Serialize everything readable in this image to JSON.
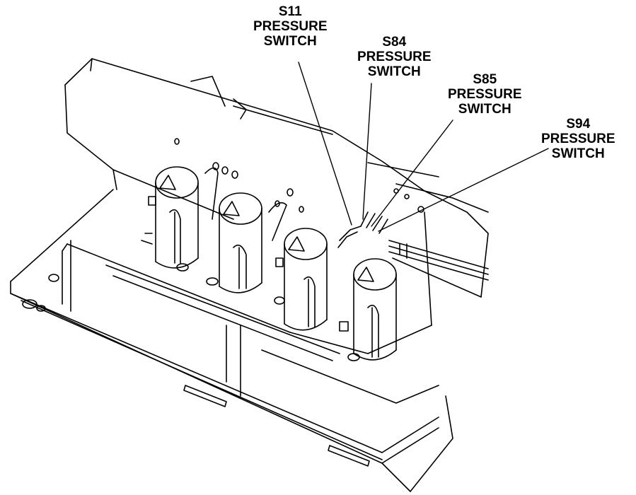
{
  "callouts": [
    {
      "id": "S11",
      "line1": "S11",
      "line2": "PRESSURE",
      "line3": "SWITCH"
    },
    {
      "id": "S84",
      "line1": "S84",
      "line2": "PRESSURE",
      "line3": "SWITCH"
    },
    {
      "id": "S85",
      "line1": "S85",
      "line2": "PRESSURE",
      "line3": "SWITCH"
    },
    {
      "id": "S94",
      "line1": "S94",
      "line2": "PRESSURE",
      "line3": "SWITCH"
    }
  ]
}
